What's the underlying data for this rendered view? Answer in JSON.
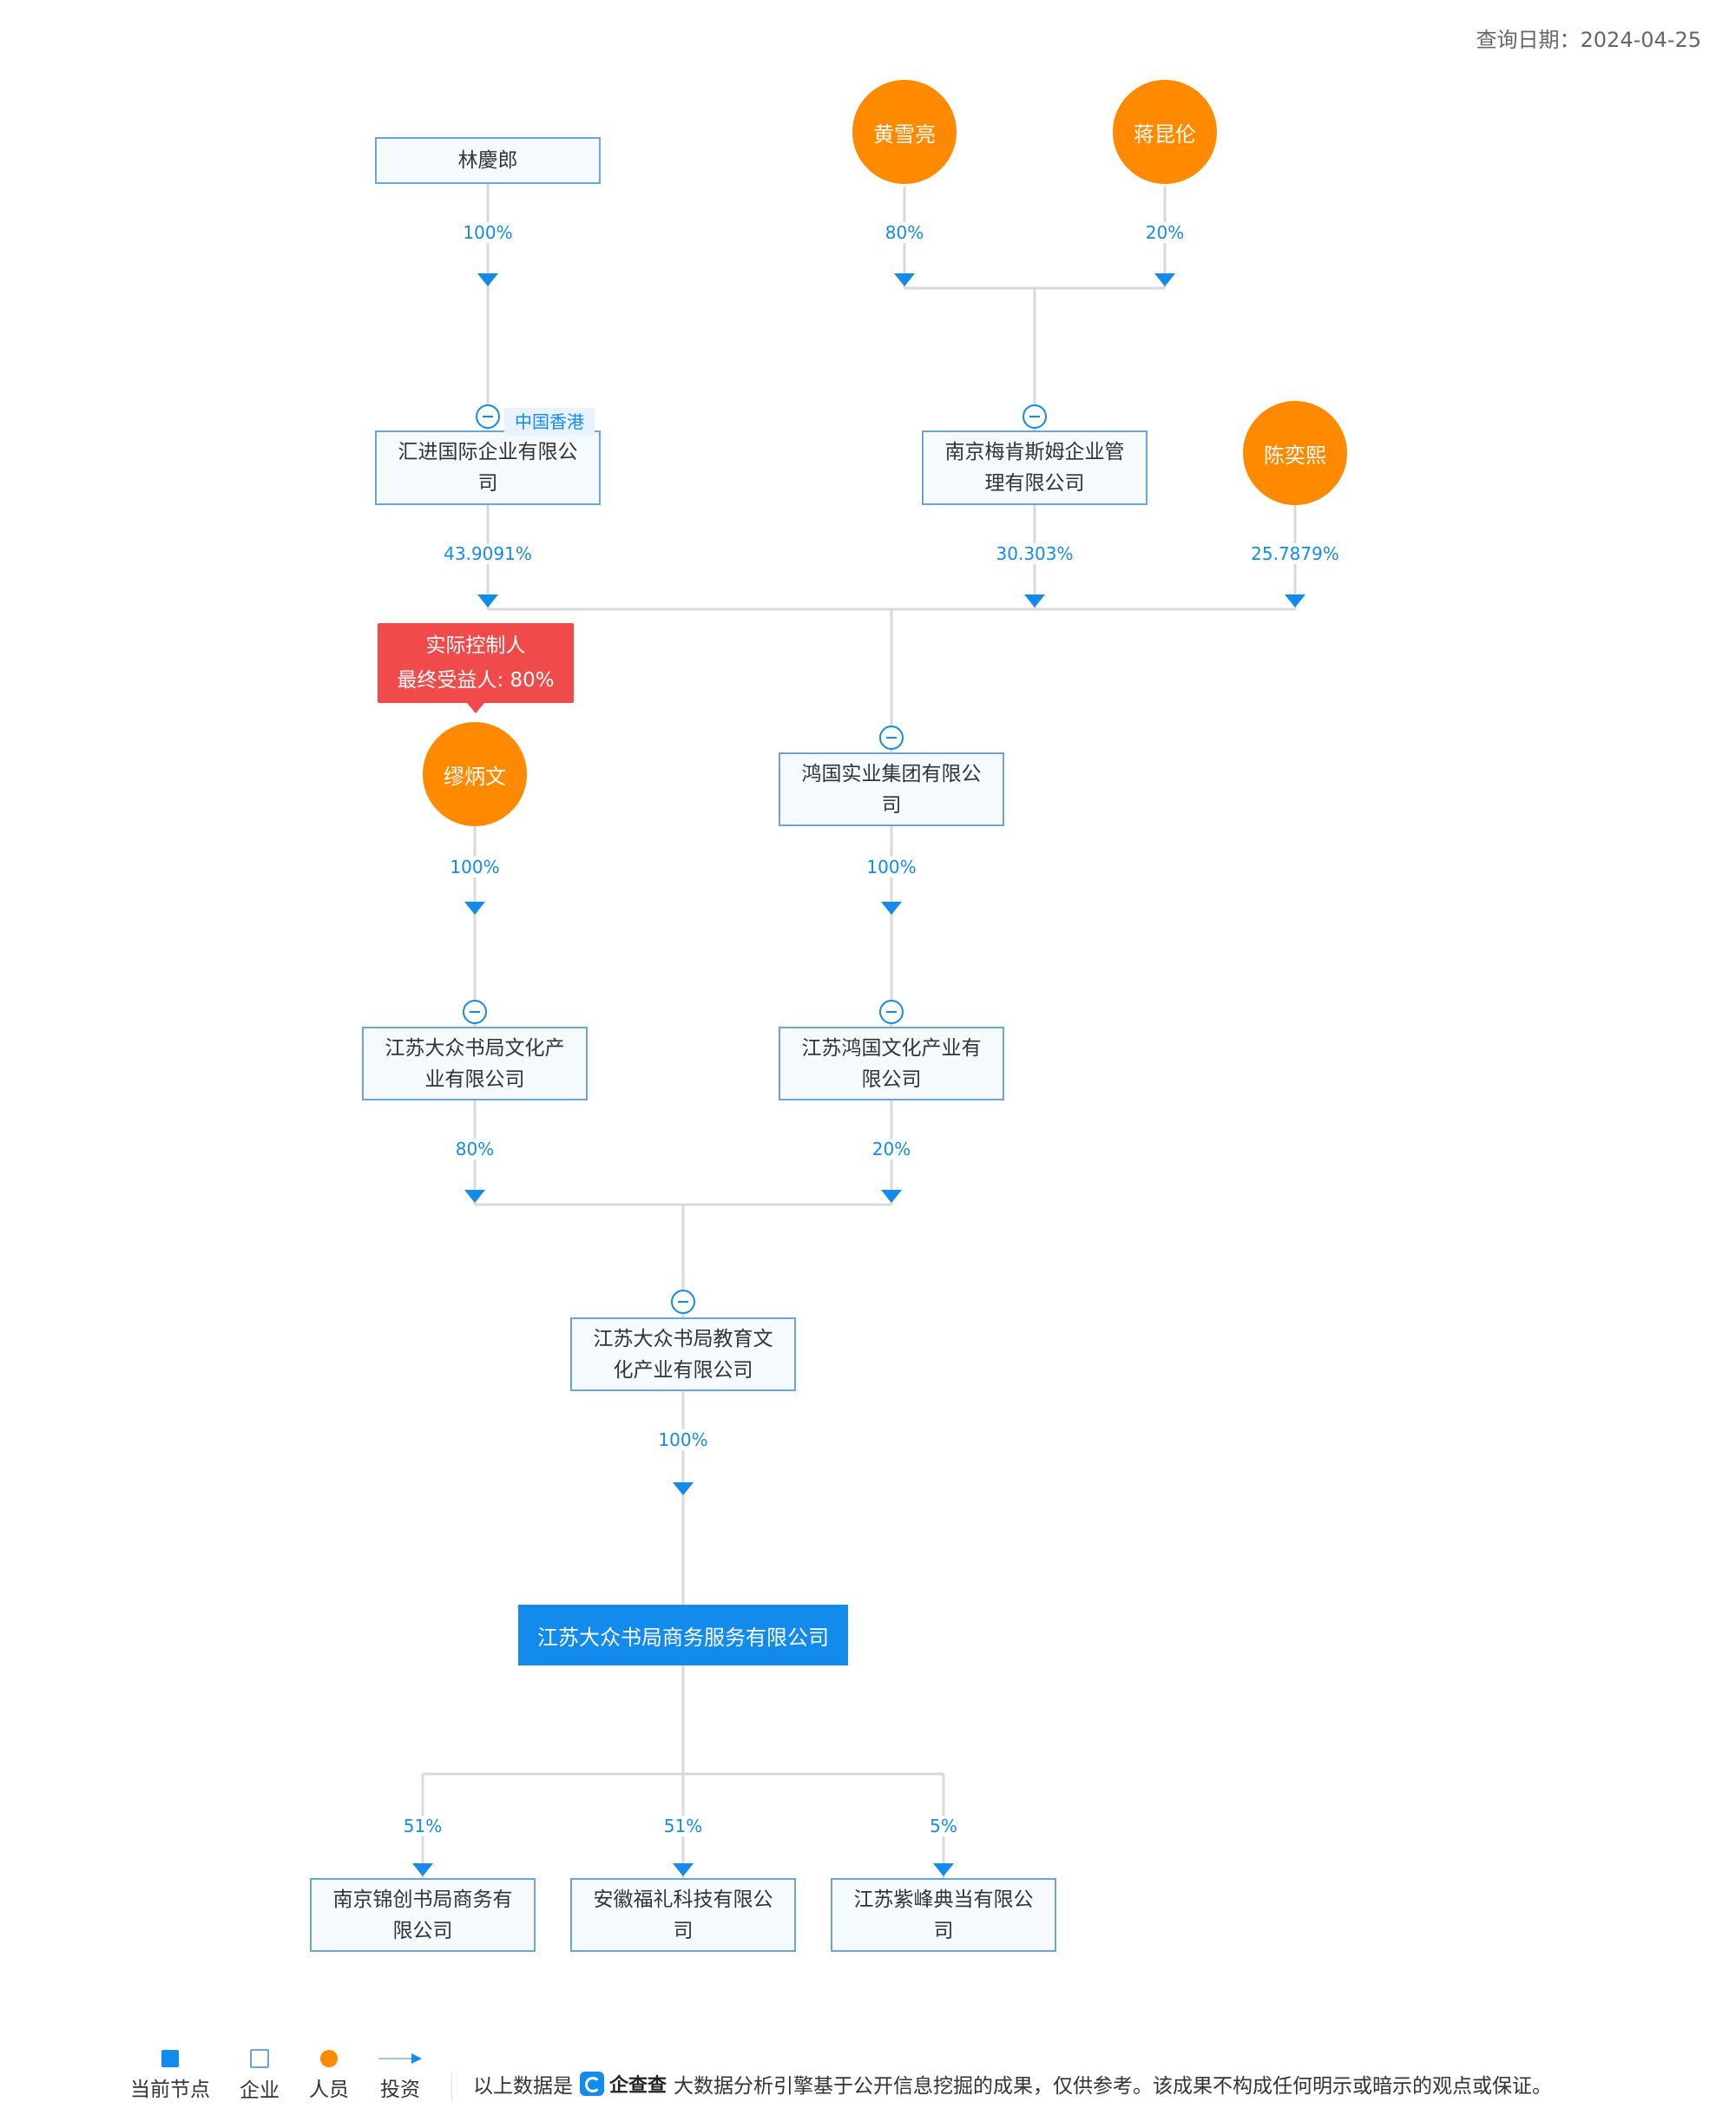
{
  "header": {
    "query_date": "查询日期：2024-04-25"
  },
  "persons": {
    "huang": "黄雪亮",
    "jiang": "蒋昆伦",
    "chen": "陈奕熙",
    "miao": "缪炳文"
  },
  "companies": {
    "lin": "林慶郎",
    "huijin": "汇进国际企业有限公司",
    "meiken": "南京梅肯斯姆企业管理有限公司",
    "hongguo": "鸿国实业集团有限公司",
    "dzwh": "江苏大众书局文化产业有限公司",
    "hgwh": "江苏鸿国文化产业有限公司",
    "jywh": "江苏大众书局教育文化产业有限公司",
    "current": "江苏大众书局商务服务有限公司",
    "jinchuang": "南京锦创书局商务有限公司",
    "fuli": "安徽福礼科技有限公司",
    "zifeng": "江苏紫峰典当有限公司"
  },
  "region_tag": "中国香港",
  "controller": {
    "line1": "实际控制人",
    "line2": "最终受益人: 80%"
  },
  "percentages": {
    "lin_huijin": "100%",
    "huang_meiken": "80%",
    "jiang_meiken": "20%",
    "huijin_hongguo": "43.9091%",
    "meiken_hongguo": "30.303%",
    "chen_hongguo": "25.7879%",
    "miao_dzwh": "100%",
    "hongguo_hgwh": "100%",
    "dzwh_jywh": "80%",
    "hgwh_jywh": "20%",
    "jywh_current": "100%",
    "current_jinchuang": "51%",
    "current_fuli": "51%",
    "current_zifeng": "5%"
  },
  "colors": {
    "primary": "#128bed",
    "person": "#ff8a00",
    "controller": "#f04a4a",
    "company_border": "#6aa7d8",
    "line": "#d9d9d9"
  },
  "legend": {
    "current": "当前节点",
    "company": "企业",
    "person": "人员",
    "invest": "投资"
  },
  "footer": {
    "prefix": "以上数据是",
    "logo_text": "企查查",
    "suffix": "大数据分析引擎基于公开信息挖掘的成果，仅供参考。该成果不构成任何明示或暗示的观点或保证。"
  }
}
